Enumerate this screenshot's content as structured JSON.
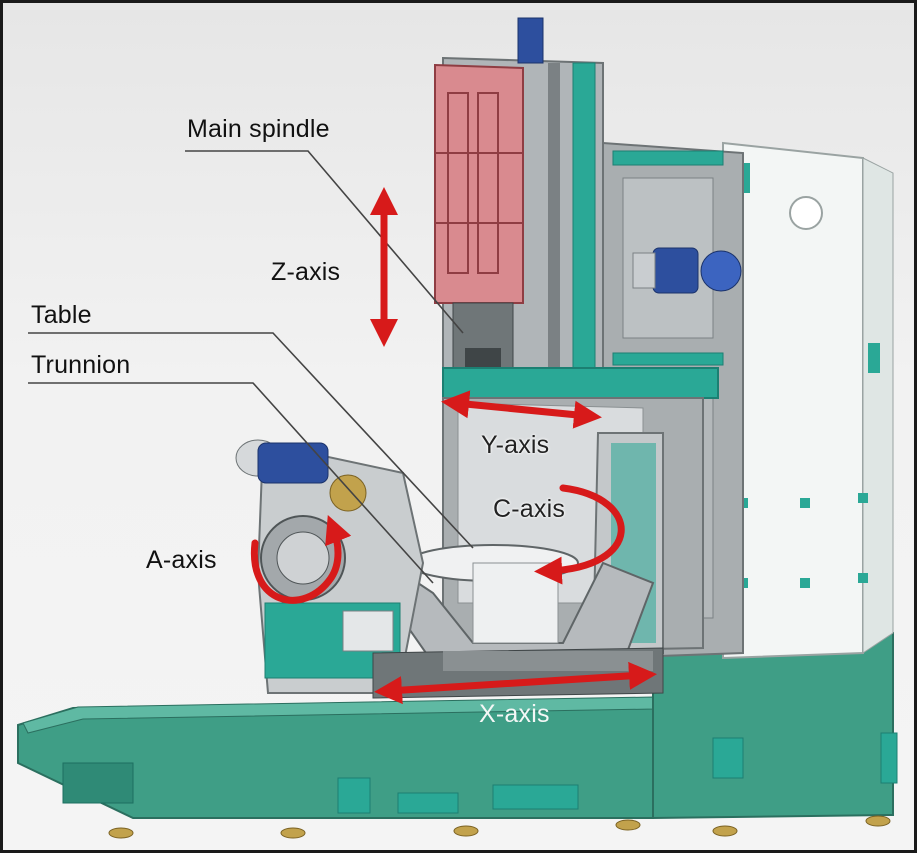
{
  "labels": {
    "main_spindle": "Main spindle",
    "z_axis": "Z-axis",
    "table": "Table",
    "trunnion": "Trunnion",
    "y_axis": "Y-axis",
    "c_axis": "C-axis",
    "a_axis": "A-axis",
    "x_axis": "X-axis"
  },
  "colors": {
    "machine_teal": "#2aa896",
    "machine_teal_dark": "#1c7f72",
    "base_green": "#3f9e86",
    "column_white": "#f3f6f5",
    "gray_body": "#a9aeb0",
    "spindle_red": "#d98a8f",
    "motor_blue": "#2d4f9e",
    "arrow_red": "#d71a1a",
    "leader_line": "#444444"
  }
}
